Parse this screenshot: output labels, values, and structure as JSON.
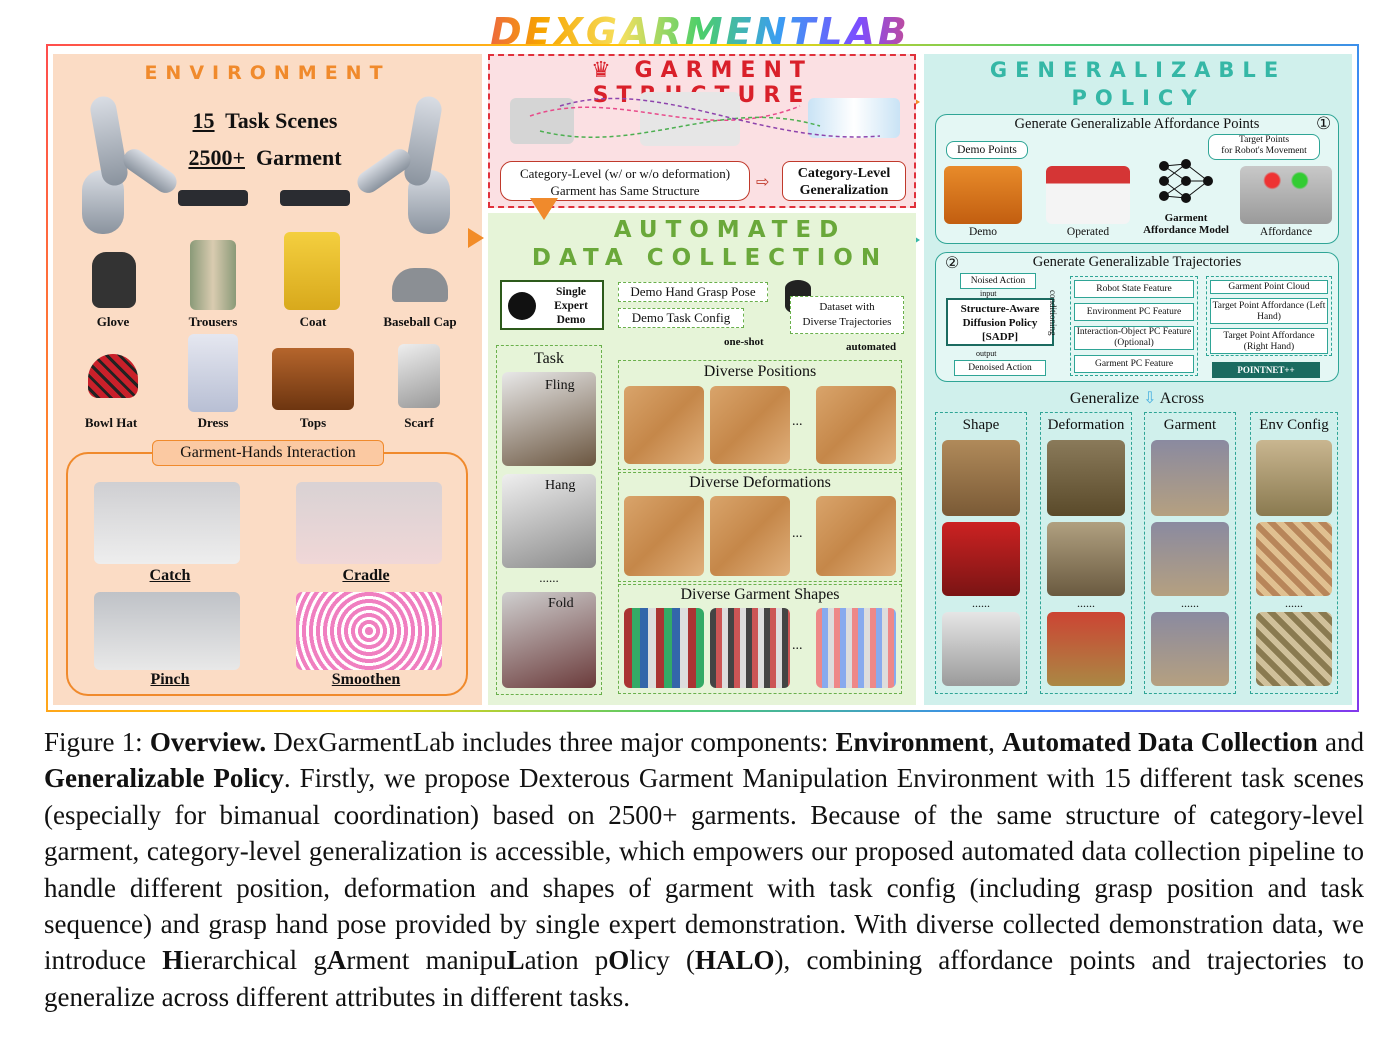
{
  "logo": "DEXGARMENTLAB",
  "environment": {
    "title": "ENVIRONMENT",
    "scenes_count": "15",
    "scenes_text": "Task Scenes",
    "garment_count": "2500+",
    "garment_text": "Garment",
    "garments": [
      "Glove",
      "Trousers",
      "Coat",
      "Baseball Cap",
      "Bowl Hat",
      "Dress",
      "Tops",
      "Scarf"
    ],
    "interaction_title": "Garment-Hands Interaction",
    "interactions": [
      "Catch",
      "Cradle",
      "Pinch",
      "Smoothen"
    ]
  },
  "structure": {
    "title": "GARMENT STRUCTURE",
    "category_text_1": "Category-Level (w/ or w/o deformation)",
    "category_text_2": "Garment has Same Structure",
    "generalization_1": "Category-Level",
    "generalization_2": "Generalization"
  },
  "automated": {
    "title_1": "AUTOMATED",
    "title_2": "DATA COLLECTION",
    "expert_1": "Single",
    "expert_2": "Expert",
    "expert_3": "Demo",
    "grasp_pose": "Demo Hand Grasp Pose",
    "task_config": "Demo Task Config",
    "dataset_1": "Dataset with",
    "dataset_2": "Diverse Trajectories",
    "one_shot": "one-shot",
    "automated_label": "automated",
    "task_label": "Task",
    "tasks": [
      "Fling",
      "Hang",
      "Fold"
    ],
    "ellipsis": "......",
    "diverse_positions": "Diverse Positions",
    "diverse_deformations": "Diverse Deformations",
    "diverse_shapes": "Diverse Garment Shapes",
    "dots": "..."
  },
  "policy": {
    "title_1": "GENERALIZABLE",
    "title_2": "POLICY",
    "affordance_title": "Generate Generalizable Affordance Points",
    "step1": "①",
    "demo_points": "Demo Points",
    "target_points_1": "Target Points",
    "target_points_2": "for Robot's Movement",
    "demo": "Demo",
    "operated": "Operated",
    "model_1": "Garment",
    "model_2": "Affordance Model",
    "affordance": "Affordance",
    "traj_title": "Generate Generalizable Trajectories",
    "step2": "②",
    "noised_action": "Noised Action",
    "input": "input",
    "sadp_1": "Structure-Aware",
    "sadp_2": "Diffusion Policy",
    "sadp_3": "[SADP]",
    "output": "output",
    "denoised_action": "Denoised Action",
    "conditioning": "conditioning",
    "features": [
      "Robot State Feature",
      "Environment PC Feature",
      "Interaction-Object PC Feature (Optional)",
      "Garment PC Feature"
    ],
    "point_cloud": "Garment Point Cloud",
    "target_left": "Target Point Affordance (Left Hand)",
    "target_right": "Target Point Affordance (Right Hand)",
    "pointnet": "POINTNET++",
    "generalize": "Generalize",
    "across": "Across",
    "columns": [
      "Shape",
      "Deformation",
      "Garment",
      "Env Config"
    ],
    "col_ellipsis": "......"
  },
  "caption": {
    "prefix": "Figure 1: ",
    "overview": "Overview.",
    "t1": " DexGarmentLab includes three major components: ",
    "env": "Environment",
    "comma": ", ",
    "adc": "Automated Data Collection",
    "and": " and ",
    "gp": "Generalizable Policy",
    "t2": ". Firstly, we propose Dexterous Garment Manipulation Environment with 15 different task scenes (especially for bimanual coordination) based on 2500+ garments. Because of the same structure of category-level garment, category-level generalization is accessible, which empowers our proposed automated data collection pipeline to handle different position, deformation and shapes of garment with task config (including grasp position and task sequence) and grasp hand pose provided by single expert demonstration. With diverse collected demonstration data, we introduce ",
    "h": "H",
    "ierarchical": "ierarchical g",
    "a": "A",
    "rment": "rment manipu",
    "l": "L",
    "ation": "ation p",
    "o": "O",
    "licy": "licy (",
    "halo": "HALO",
    "t3": "), combining affordance points and trajectories to generalize across different attributes in different tasks."
  }
}
